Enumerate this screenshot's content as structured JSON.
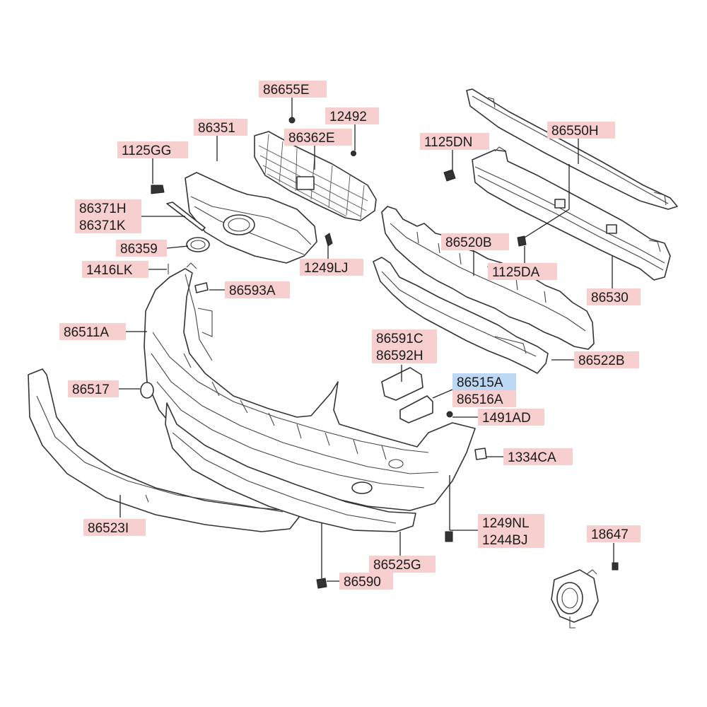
{
  "labels": {
    "l86655E": "86655E",
    "l12492": "12492",
    "l86351": "86351",
    "l86362E": "86362E",
    "l1125GG": "1125GG",
    "l1125DN": "1125DN",
    "l86550H": "86550H",
    "l86371H": "86371H",
    "l86371K": "86371K",
    "l86359": "86359",
    "l86520B": "86520B",
    "l1416LK": "1416LK",
    "l1249LJ": "1249LJ",
    "l1125DA": "1125DA",
    "l86593A": "86593A",
    "l86530": "86530",
    "l86511A": "86511A",
    "l86591C": "86591C",
    "l86592H": "86592H",
    "l86522B": "86522B",
    "l86515A": "86515A",
    "l86516A": "86516A",
    "l86517": "86517",
    "l1491AD": "1491AD",
    "l1334CA": "1334CA",
    "l1249NL": "1249NL",
    "l1244BJ": "1244BJ",
    "l86523I": "86523I",
    "l18647": "18647",
    "l86525G": "86525G",
    "l86590": "86590"
  },
  "colors": {
    "label_background": "#f8cfcf",
    "highlight_background": "#bcd8f4",
    "line": "#333333"
  },
  "highlighted_part": "86515A"
}
